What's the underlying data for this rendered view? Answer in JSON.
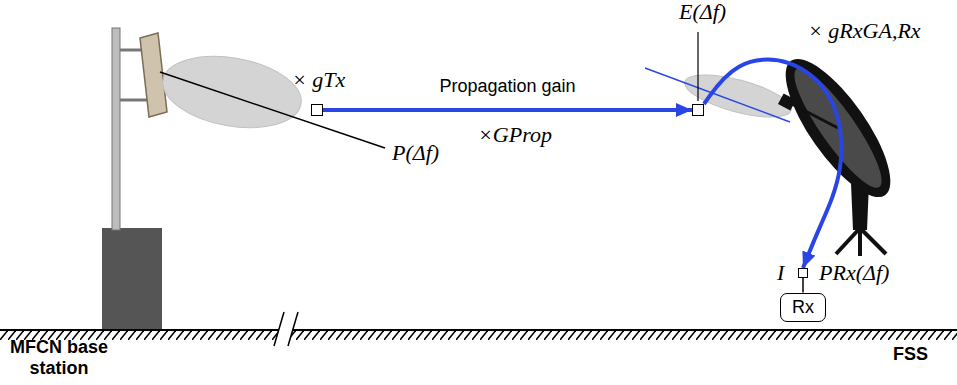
{
  "diagram": {
    "nodes": [
      {
        "text": [
          "× gTx"
        ]
      },
      {
        "text": [
          "E(Δf)"
        ]
      },
      {
        "text": [
          "I",
          "PRx(Δf)"
        ]
      },
      {
        "text": [
          "Rx"
        ]
      }
    ],
    "edges": [
      {
        "from": 0,
        "to": 1,
        "arrow": "to",
        "label": "Propagation gain"
      },
      {
        "from": 1,
        "to": 2,
        "arrow": "to",
        "label": "× gRxGA,Rx"
      },
      {
        "from": 2,
        "to": 3,
        "arrow": "none"
      }
    ],
    "labels": [
      "×GProp",
      "P(Δf)",
      "MFCN base station",
      "FSS"
    ]
  }
}
